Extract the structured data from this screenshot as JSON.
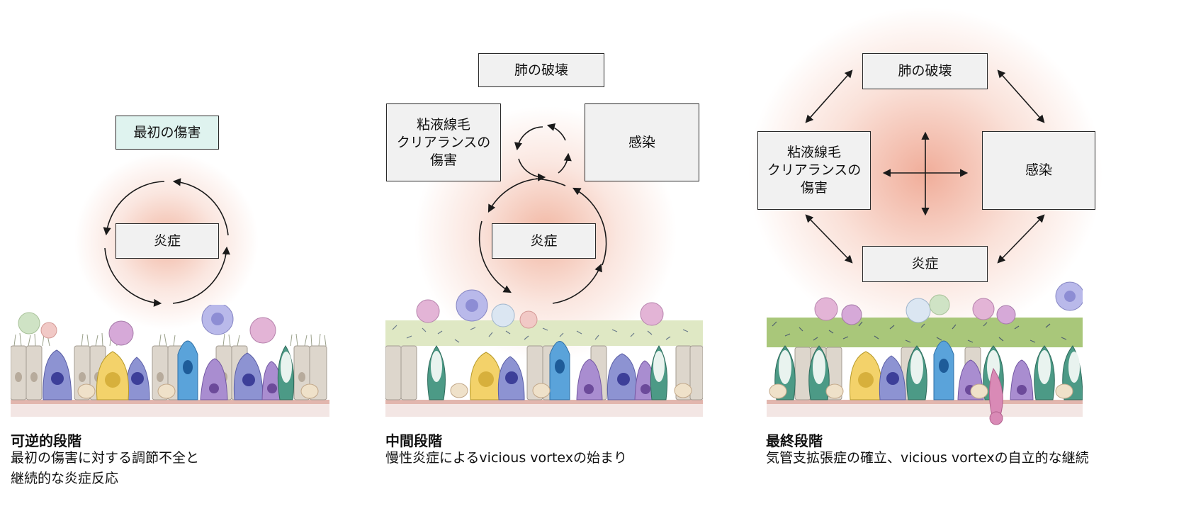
{
  "colors": {
    "inflammation_glow": "#f0b4a0",
    "initial_box": "#dff3ef",
    "box_fill": "#f1f1f1",
    "mucus_light": "#dfe8c4",
    "mucus_heavy": "#a9c77a",
    "basement": "#f3e6e4"
  },
  "stage1": {
    "box_initial": "最初の傷害",
    "box_inflammation": "炎症",
    "title": "可逆的段階",
    "description": "最初の傷害に対する調節不全と\n継続的な炎症反応"
  },
  "stage2": {
    "box_lung": "肺の破壊",
    "box_mucociliary": "粘液線毛\nクリアランスの\n傷害",
    "box_infection": "感染",
    "box_inflammation": "炎症",
    "title": "中間段階",
    "description": "慢性炎症によるvicious vortexの始まり"
  },
  "stage3": {
    "box_lung": "肺の破壊",
    "box_mucociliary": "粘液線毛\nクリアランスの\n傷害",
    "box_infection": "感染",
    "box_inflammation": "炎症",
    "title": "最終段階",
    "description": "気管支拡張症の確立、vicious vortexの自立的な継続"
  }
}
